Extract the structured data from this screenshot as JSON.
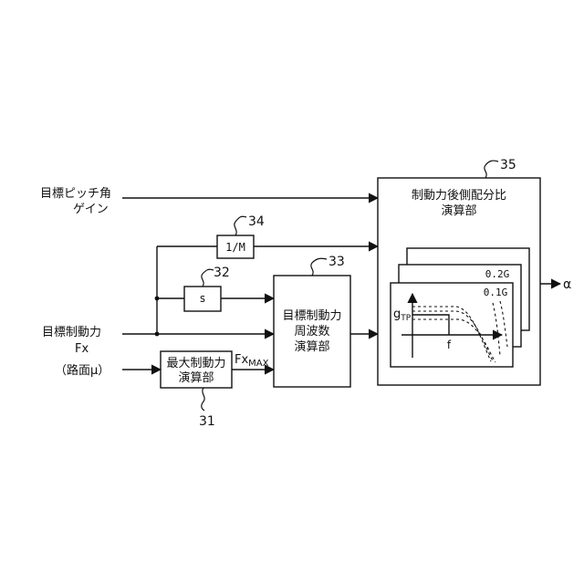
{
  "inputs": {
    "pitch_gain_line1": "目標ピッチ角",
    "pitch_gain_line2": "ゲイン",
    "target_braking_line1": "目標制動力",
    "target_braking_line2": "Fx",
    "road_mu": "（路面μ）"
  },
  "blocks": {
    "b34": {
      "label": "1/M",
      "ref": "34"
    },
    "b32": {
      "label": "s",
      "ref": "32"
    },
    "b31": {
      "line1": "最大制動力",
      "line2": "演算部",
      "ref": "31"
    },
    "b33": {
      "line1": "目標制動力",
      "line2": "周波数",
      "line3": "演算部",
      "ref": "33"
    },
    "b35": {
      "line1": "制動力後側配分比",
      "line2": "演算部",
      "ref": "35"
    }
  },
  "signals": {
    "fxmax_main": "Fx",
    "fxmax_sub": "MAX",
    "output": "α"
  },
  "graph": {
    "card_back_label": "0.2G",
    "card_front_label": "0.1G",
    "y_label_main": "g",
    "y_label_sub": "TP",
    "x_label": "f"
  }
}
